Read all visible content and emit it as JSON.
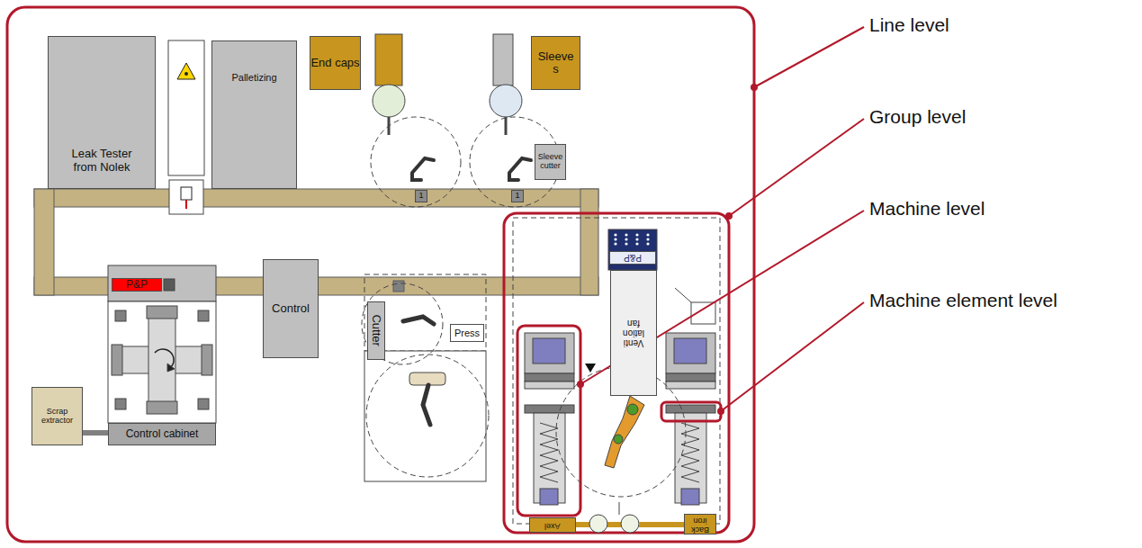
{
  "diagram": {
    "nodes": [
      {
        "text": [
          "End caps"
        ]
      },
      {
        "text": [
          "Sleeve s"
        ]
      },
      {
        "text": [
          "Leak Tester from Nolek"
        ]
      },
      {
        "text": [
          "Palletizing"
        ]
      },
      {
        "text": [
          "Sleeve cutter"
        ]
      },
      {
        "text": [
          "1"
        ]
      },
      {
        "text": [
          "1"
        ]
      },
      {
        "text": [
          "P&P"
        ]
      },
      {
        "text": [
          "Control"
        ]
      },
      {
        "text": [
          "P&P"
        ]
      },
      {
        "text": [
          "Venti lation fan"
        ]
      },
      {
        "text": [
          "Cutter"
        ]
      },
      {
        "text": [
          "Press"
        ]
      },
      {
        "text": [
          "Scrap extractor"
        ]
      },
      {
        "text": [
          "Control cabinet"
        ]
      },
      {
        "text": [
          "Axel"
        ]
      },
      {
        "text": [
          "Back iron"
        ]
      }
    ],
    "labels": [
      "Line level",
      "Group level",
      "Machine level",
      "Machine element level"
    ]
  }
}
